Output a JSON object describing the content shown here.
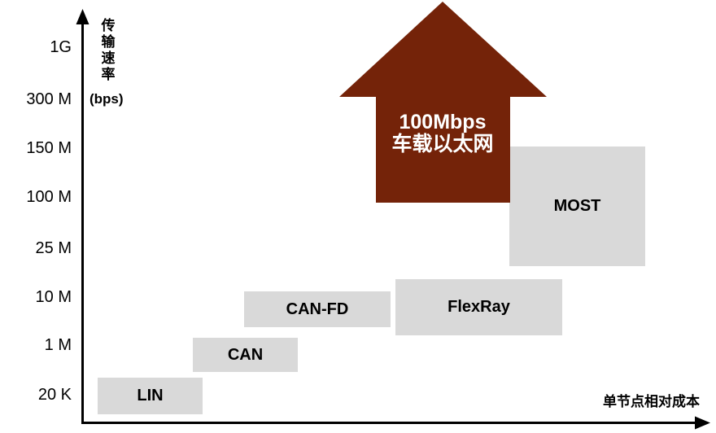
{
  "chart_data": {
    "type": "other",
    "subtype": "positioned-block-diagram",
    "title": "",
    "xlabel": "单节点相对成本",
    "ylabel": "传输速率 (bps)",
    "y_tick_labels_top_to_bottom": [
      "1G",
      "300 M",
      "150 M",
      "100 M",
      "25 M",
      "10 M",
      "1 M",
      "20 K"
    ],
    "y_scale": "non-linear (category-like speed levels)",
    "items": [
      {
        "label": "LIN",
        "speed_level": "20 K",
        "relative_cost_rank": 1,
        "style": "gray-box"
      },
      {
        "label": "CAN",
        "speed_level": "1 M",
        "relative_cost_rank": 2,
        "style": "gray-box"
      },
      {
        "label": "CAN-FD",
        "speed_level": "10 M",
        "relative_cost_rank": 3,
        "style": "gray-box"
      },
      {
        "label": "FlexRay",
        "speed_level": "10 M",
        "relative_cost_rank": 4,
        "style": "gray-box"
      },
      {
        "label": "MOST",
        "speed_level": "25 M – 150 M",
        "relative_cost_rank": 5,
        "style": "gray-box"
      },
      {
        "label": "100Mbps 车载以太网",
        "speed_level": "100 M",
        "relative_cost_rank": 4,
        "style": "maroon-up-arrow"
      }
    ],
    "legend": "none",
    "grid": false
  },
  "y_axis": {
    "title_vertical": "传输速率",
    "unit": "(bps)",
    "ticks": [
      "1G",
      "300 M",
      "150 M",
      "100 M",
      "25 M",
      "10 M",
      "1 M",
      "20 K"
    ]
  },
  "x_axis": {
    "label": "单节点相对成本"
  },
  "protocols": [
    {
      "label": "LIN"
    },
    {
      "label": "CAN"
    },
    {
      "label": "CAN-FD"
    },
    {
      "label": "FlexRay"
    },
    {
      "label": "MOST"
    }
  ],
  "arrow": {
    "line1": "100Mbps",
    "line2": "车载以太网",
    "color": "#742309"
  },
  "colors": {
    "box_fill": "#d9d9d9",
    "axis": "#000000",
    "arrow_fill": "#742309",
    "arrow_text": "#ffffff",
    "background": "#ffffff"
  }
}
